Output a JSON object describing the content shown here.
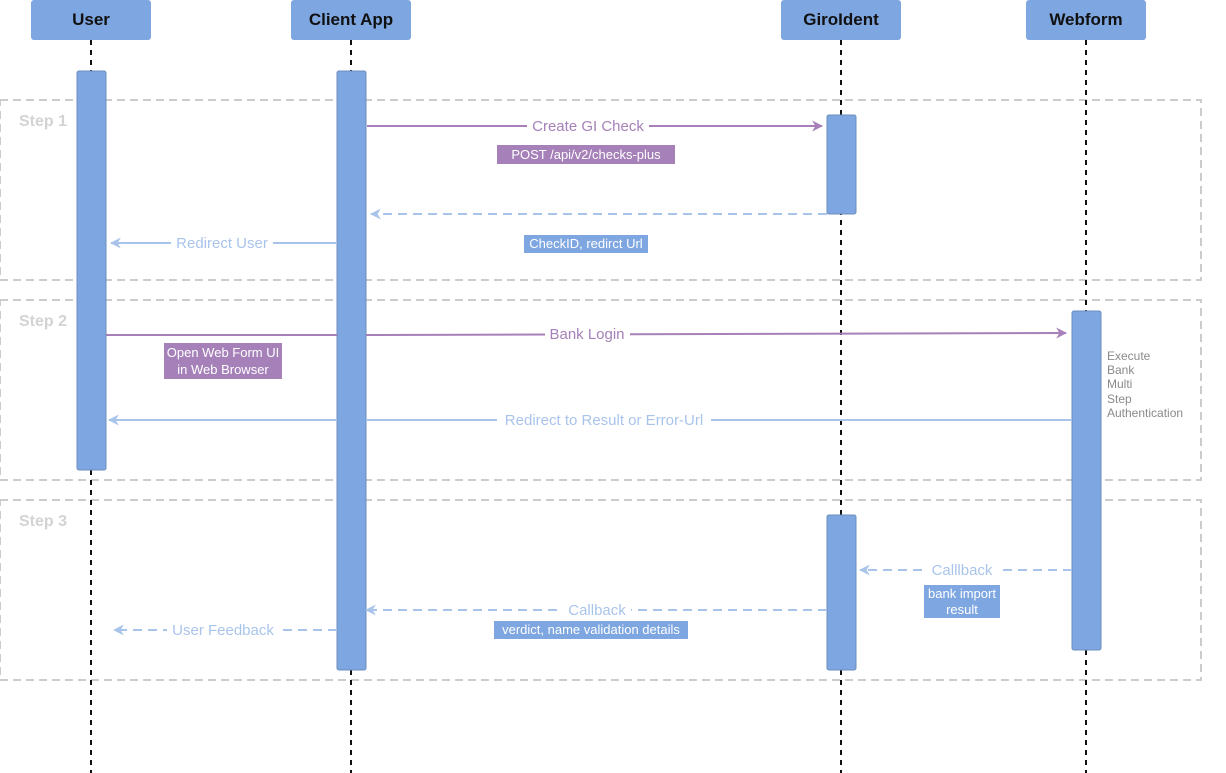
{
  "colors": {
    "actor_fill": "#7EA6E0",
    "lifeline": "#111111",
    "activation_fill": "#7EA6E0",
    "activation_stroke": "#6C8EBF",
    "step_border": "#CCCCCC",
    "step_label": "#D3D3D3",
    "purple": "#A680B8",
    "blue": "#7EA6E0",
    "blue_dashed": "#A9C4EB",
    "note_text": "#8A8A8A"
  },
  "actors": [
    {
      "id": "user",
      "label": "User"
    },
    {
      "id": "client",
      "label": "Client App"
    },
    {
      "id": "giroident",
      "label": "GiroIdent"
    },
    {
      "id": "webform",
      "label": "Webform"
    }
  ],
  "steps": [
    {
      "label": "Step 1"
    },
    {
      "label": "Step 2"
    },
    {
      "label": "Step 3"
    }
  ],
  "messages": [
    {
      "label": "Create GI Check",
      "from": "client",
      "to": "giroident",
      "style": "solid",
      "color": "purple",
      "tag": "POST /api/v2/checks-plus",
      "tag_color": "purple"
    },
    {
      "label": "",
      "from": "giroident",
      "to": "client",
      "style": "dashed",
      "color": "blue_dashed",
      "tag": "CheckID, redirct Url",
      "tag_color": "blue"
    },
    {
      "label": "Redirect User",
      "from": "client",
      "to": "user",
      "style": "solid",
      "color": "blue_dashed",
      "tag": "",
      "tag_color": ""
    },
    {
      "label": "Bank Login",
      "from": "user",
      "to": "webform",
      "style": "solid",
      "color": "purple",
      "tag": "Open Web Form UI in Web Browser",
      "tag_color": "purple"
    },
    {
      "label": "Redirect to Result or Error-Url",
      "from": "webform",
      "to": "user",
      "style": "solid",
      "color": "blue_dashed",
      "tag": "",
      "tag_color": ""
    },
    {
      "label": "Calllback",
      "from": "webform",
      "to": "giroident",
      "style": "dashed",
      "color": "blue_dashed",
      "tag": "bank import result",
      "tag_color": "blue"
    },
    {
      "label": "Callback",
      "from": "giroident",
      "to": "client",
      "style": "dashed",
      "color": "blue_dashed",
      "tag": "verdict, name validation details",
      "tag_color": "blue"
    },
    {
      "label": "User Feedback",
      "from": "client",
      "to": "user",
      "style": "dashed",
      "color": "blue_dashed",
      "tag": "",
      "tag_color": ""
    }
  ],
  "notes": [
    {
      "lines": [
        "Execute",
        "Bank",
        "Multi",
        "Step",
        "Authentication"
      ]
    }
  ]
}
